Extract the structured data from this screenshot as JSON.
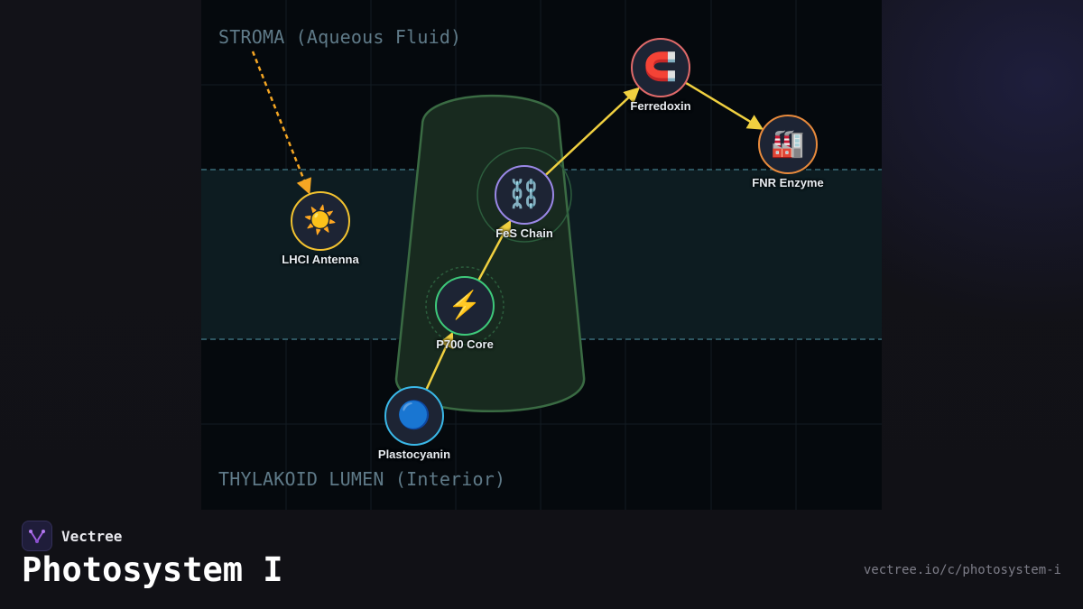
{
  "regions": {
    "stroma": "STROMA (Aqueous Fluid)",
    "lumen": "THYLAKOID LUMEN (Interior)"
  },
  "nodes": [
    {
      "id": "lhci",
      "label": "LHCI Antenna",
      "icon": "☀️",
      "icon_name": "sun-icon",
      "color": "#f2c230"
    },
    {
      "id": "p700",
      "label": "P700 Core",
      "icon": "⚡",
      "icon_name": "lightning-icon",
      "color": "#3ec97a"
    },
    {
      "id": "fes",
      "label": "FeS Chain",
      "icon": "⛓️",
      "icon_name": "chain-icon",
      "color": "#9a88e6"
    },
    {
      "id": "ferredoxin",
      "label": "Ferredoxin",
      "icon": "🧲",
      "icon_name": "magnet-icon",
      "color": "#e06a6a"
    },
    {
      "id": "fnr",
      "label": "FNR Enzyme",
      "icon": "🏭",
      "icon_name": "factory-icon",
      "color": "#e88a3c"
    },
    {
      "id": "plastocyanin",
      "label": "Plastocyanin",
      "icon": "🔵",
      "icon_name": "blue-circle-icon",
      "color": "#3ab8e8"
    }
  ],
  "edges": [
    {
      "from": "plastocyanin",
      "to": "p700",
      "style": "solid",
      "color": "#f0d040"
    },
    {
      "from": "p700",
      "to": "fes",
      "style": "solid",
      "color": "#f0d040"
    },
    {
      "from": "fes",
      "to": "ferredoxin",
      "style": "solid",
      "color": "#f0d040"
    },
    {
      "from": "ferredoxin",
      "to": "fnr",
      "style": "solid",
      "color": "#f0d040"
    },
    {
      "from": "light",
      "to": "lhci",
      "style": "dashed",
      "color": "#f5a623"
    }
  ],
  "colors": {
    "membrane_band": "#0d1c21",
    "membrane_edge": "#2d5560",
    "protein_fill": "#182a1f",
    "protein_stroke": "#3a6b43",
    "brand_accent": "#a060e0"
  },
  "brand": {
    "name": "Vectree",
    "logo_icon": "vectree-logo-icon"
  },
  "title": "Photosystem I",
  "url": "vectree.io/c/photosystem-i"
}
